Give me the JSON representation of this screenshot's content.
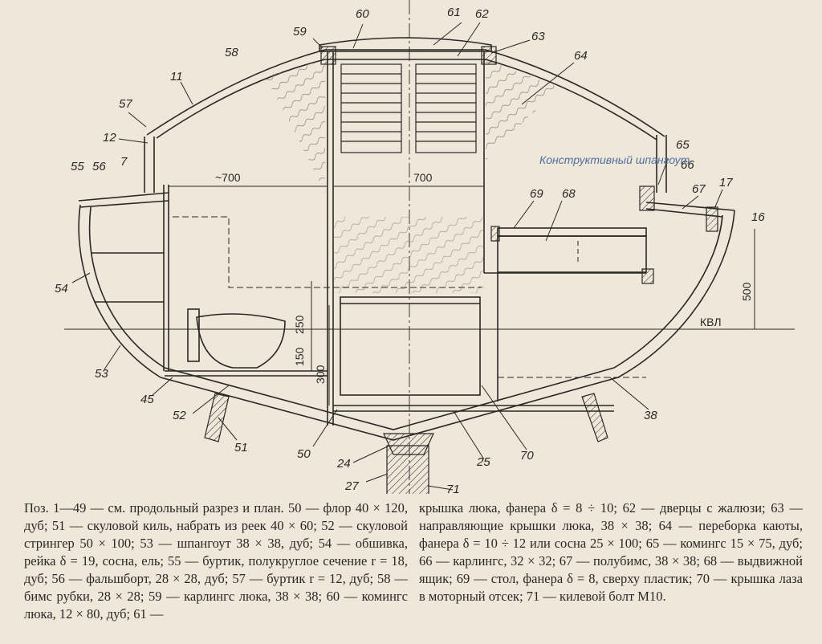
{
  "labels": {
    "l11": "11",
    "l12": "12",
    "l7": "7",
    "l55": "55",
    "l56": "56",
    "l57": "57",
    "l58": "58",
    "l59": "59",
    "l60": "60",
    "l61": "61",
    "l62": "62",
    "l63": "63",
    "l64": "64",
    "l65": "65",
    "l66": "66",
    "l67": "67",
    "l17": "17",
    "l16": "16",
    "l69": "69",
    "l68": "68",
    "l54": "54",
    "l53": "53",
    "l45": "45",
    "l52": "52",
    "l51": "51",
    "l50": "50",
    "l24": "24",
    "l27": "27",
    "l71": "71",
    "l25": "25",
    "l70": "70",
    "l38": "38"
  },
  "dimensions": {
    "d700a": "~700",
    "d700b": "700",
    "d250": "250",
    "d150": "150",
    "d300": "300",
    "d500": "500",
    "kvl": "КВЛ"
  },
  "overlay_text": "Конструктивный шпангоут.",
  "caption": {
    "left": "Поз. 1—49 — см. продольный разрез и план. 50 — флор 40 × 120, дуб; 51 — скуловой киль, набрать из реек 40 × 60; 52 — скуловой стрингер 50 × 100; 53 — шпангоут 38 × 38, дуб; 54 — обшивка, рейка δ = 19, сосна, ель; 55 — буртик, полукруглое сечение r = 18, дуб; 56 — фальшборт, 28 × 28, дуб; 57 — буртик r = 12, дуб; 58 — бимс рубки, 28 × 28; 59 — карлингс люка, 38 × 38; 60 — комингс люка, 12 × 80, дуб; 61 —",
    "right": "крышка люка, фанера δ = 8 ÷ 10; 62 — дверцы с жалюзи; 63 — направляющие крышки люка, 38 × 38; 64 — переборка каюты, фанера δ = 10 ÷ 12 или сосна 25 × 100; 65 — комингс 15 × 75, дуб; 66 — карлингс, 32 × 32; 67 — полубимс, 38 × 38; 68 — выдвижной ящик; 69 — стол, фанера δ = 8, сверху пластик; 70 — крышка лаза в моторный отсек; 71 — килевой болт М10."
  },
  "colors": {
    "ink": "#2a2824",
    "paper": "#efe7d9",
    "overlay": "#4f6fa0"
  }
}
